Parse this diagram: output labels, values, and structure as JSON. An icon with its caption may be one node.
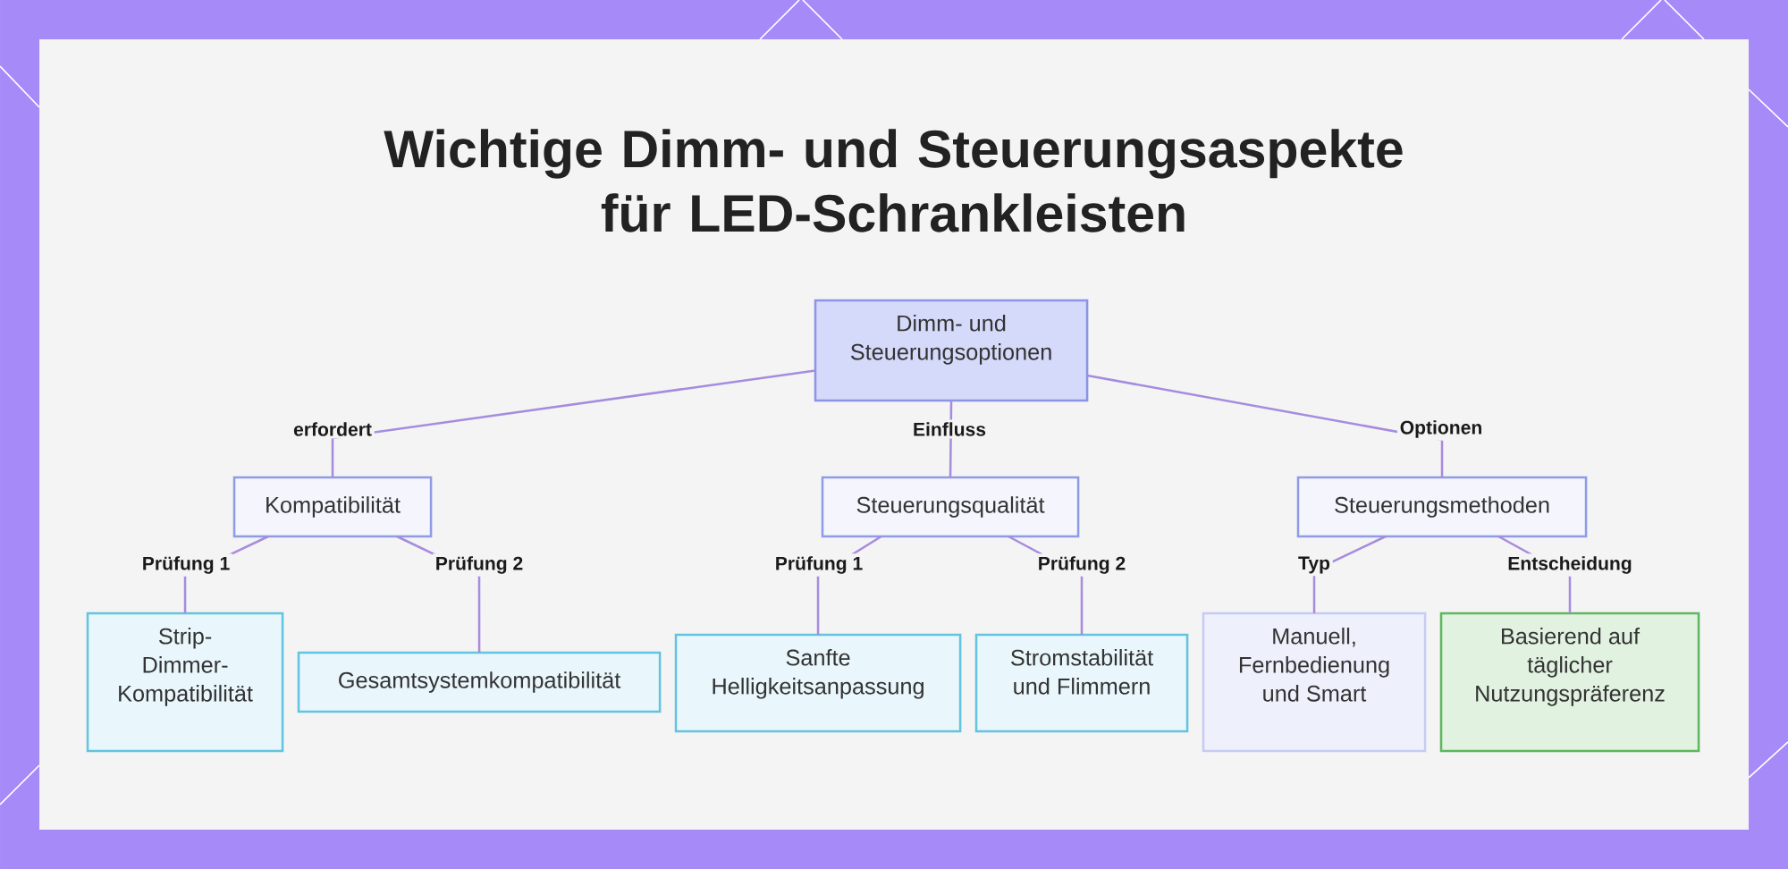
{
  "diagram": {
    "title": "Wichtige Dimm- und Steuerungsaspekte für LED-Schrankleisten",
    "nodes": [
      {
        "text": [
          "Dimm- und Steuerungsoptionen"
        ]
      },
      {
        "text": [
          "Kompatibilität"
        ]
      },
      {
        "text": [
          "Steuerungsqualität"
        ]
      },
      {
        "text": [
          "Steuerungsmethoden"
        ]
      },
      {
        "text": [
          "Strip-Dimmer-Kompatibilität"
        ]
      },
      {
        "text": [
          "Gesamtsystemkompatibilität"
        ]
      },
      {
        "text": [
          "Sanfte Helligkeitsanpassung"
        ]
      },
      {
        "text": [
          "Stromstabilität und Flimmern"
        ]
      },
      {
        "text": [
          "Manuell, Fernbedienung und Smart"
        ]
      },
      {
        "text": [
          "Basierend auf täglicher Nutzungspräferenz"
        ]
      }
    ],
    "edges": [
      {
        "from": 0,
        "to": 1,
        "arrow": "none",
        "label": "erfordert"
      },
      {
        "from": 0,
        "to": 2,
        "arrow": "none",
        "label": "Einfluss"
      },
      {
        "from": 0,
        "to": 3,
        "arrow": "none",
        "label": "Optionen"
      },
      {
        "from": 1,
        "to": 4,
        "arrow": "none",
        "label": "Prüfung 1"
      },
      {
        "from": 1,
        "to": 5,
        "arrow": "none",
        "label": "Prüfung 2"
      },
      {
        "from": 2,
        "to": 6,
        "arrow": "none",
        "label": "Prüfung 1"
      },
      {
        "from": 2,
        "to": 7,
        "arrow": "none",
        "label": "Prüfung 2"
      },
      {
        "from": 3,
        "to": 8,
        "arrow": "none",
        "label": "Typ"
      },
      {
        "from": 3,
        "to": 9,
        "arrow": "none",
        "label": "Entscheidung"
      }
    ]
  }
}
